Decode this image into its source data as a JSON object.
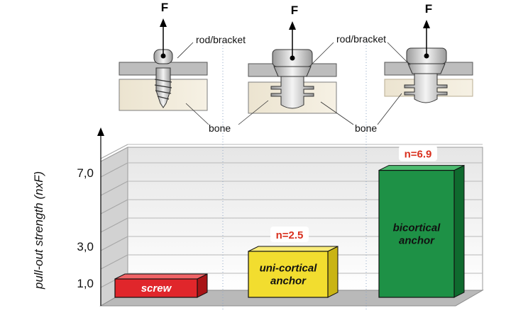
{
  "chart_data": {
    "type": "bar",
    "ylabel": "pull-out strength (nxF)",
    "yticks": [
      "1,0",
      "3,0",
      "7,0"
    ],
    "ytick_values": [
      1.0,
      3.0,
      7.0
    ],
    "ylim": [
      0,
      9
    ],
    "grid": true,
    "categories": [
      "screw",
      "uni-cortical\nanchor",
      "bicortical\nanchor"
    ],
    "values": [
      1.0,
      2.5,
      6.9
    ],
    "value_labels": [
      "",
      "n=2.5",
      "n=6.9"
    ],
    "colors": [
      "#e0262b",
      "#f2dd2f",
      "#1e9146"
    ],
    "side_colors": [
      "#a81417",
      "#c9b414",
      "#0f6a2e"
    ],
    "top_colors": [
      "#f06467",
      "#f8eb7a",
      "#4cbb6f"
    ],
    "value_label_color": "#d9301e"
  },
  "illustration": {
    "force_label": "F",
    "rod_label": "rod/bracket",
    "bone_label": "bone"
  }
}
